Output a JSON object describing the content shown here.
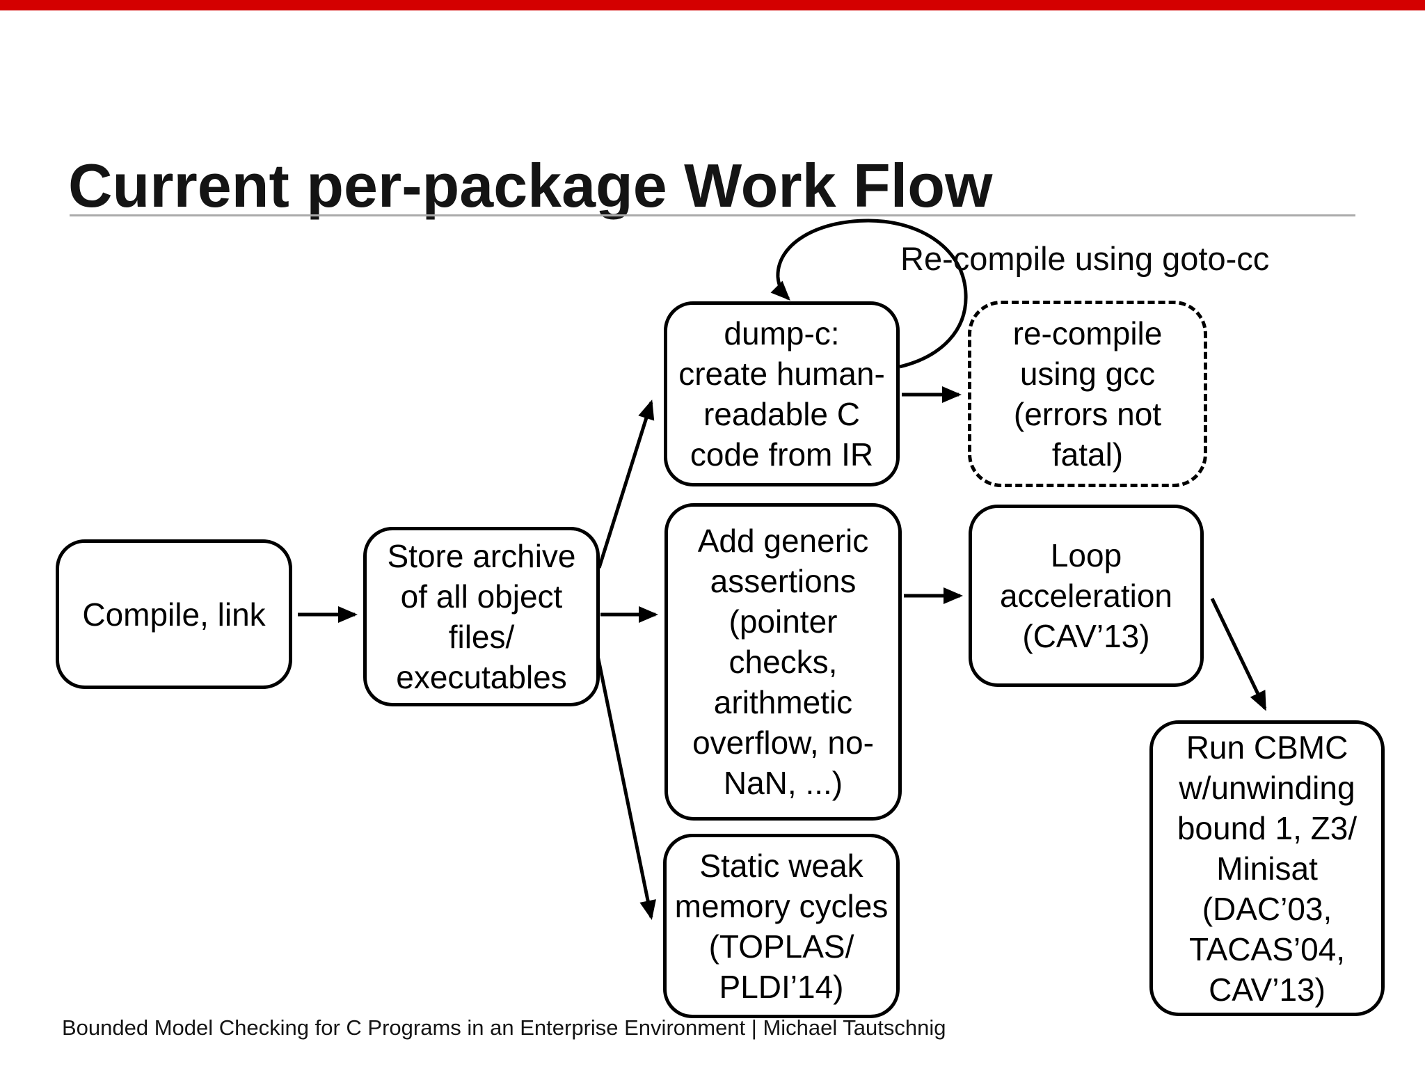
{
  "slide": {
    "title": "Current per-package Work Flow",
    "footer": "Bounded Model Checking for C Programs in an Enterprise Environment | Michael Tautschnig",
    "accent_bar_color": "#d40000",
    "divider_color": "#ababab",
    "ink_color": "#000000"
  },
  "diagram": {
    "loop_label": "Re-compile using goto-cc",
    "nodes": [
      {
        "id": "compile-link",
        "border": "solid",
        "lines": [
          "Compile, link"
        ]
      },
      {
        "id": "store-archive",
        "border": "solid",
        "lines": [
          "Store archive",
          "of all object",
          "files/",
          "executables"
        ]
      },
      {
        "id": "dump-c",
        "border": "solid",
        "lines": [
          "dump-c:",
          "create human-",
          "readable C",
          "code from IR"
        ]
      },
      {
        "id": "recompile-gcc",
        "border": "dashed",
        "lines": [
          "re-compile",
          "using gcc",
          "(errors not",
          "fatal)"
        ]
      },
      {
        "id": "add-assertions",
        "border": "solid",
        "lines": [
          "Add generic",
          "assertions",
          "(pointer",
          "checks,",
          "arithmetic",
          "overflow, no-",
          "NaN, ...)"
        ]
      },
      {
        "id": "loop-acceleration",
        "border": "solid",
        "lines": [
          "Loop",
          "acceleration",
          "(CAV’13)"
        ]
      },
      {
        "id": "static-weak",
        "border": "solid",
        "lines": [
          "Static weak",
          "memory cycles",
          "(TOPLAS/",
          "PLDI’14)"
        ]
      },
      {
        "id": "run-cbmc",
        "border": "solid",
        "lines": [
          "Run CBMC",
          "w/unwinding",
          "bound 1, Z3/",
          "Minisat",
          "(DAC’03,",
          "TACAS’04,",
          "CAV’13)"
        ]
      }
    ],
    "edges": [
      {
        "from": "compile-link",
        "to": "store-archive"
      },
      {
        "from": "store-archive",
        "to": "dump-c"
      },
      {
        "from": "store-archive",
        "to": "add-assertions"
      },
      {
        "from": "store-archive",
        "to": "static-weak"
      },
      {
        "from": "dump-c",
        "to": "recompile-gcc"
      },
      {
        "from": "dump-c",
        "to": "dump-c",
        "label": "Re-compile using goto-cc"
      },
      {
        "from": "add-assertions",
        "to": "loop-acceleration"
      },
      {
        "from": "loop-acceleration",
        "to": "run-cbmc"
      }
    ]
  }
}
